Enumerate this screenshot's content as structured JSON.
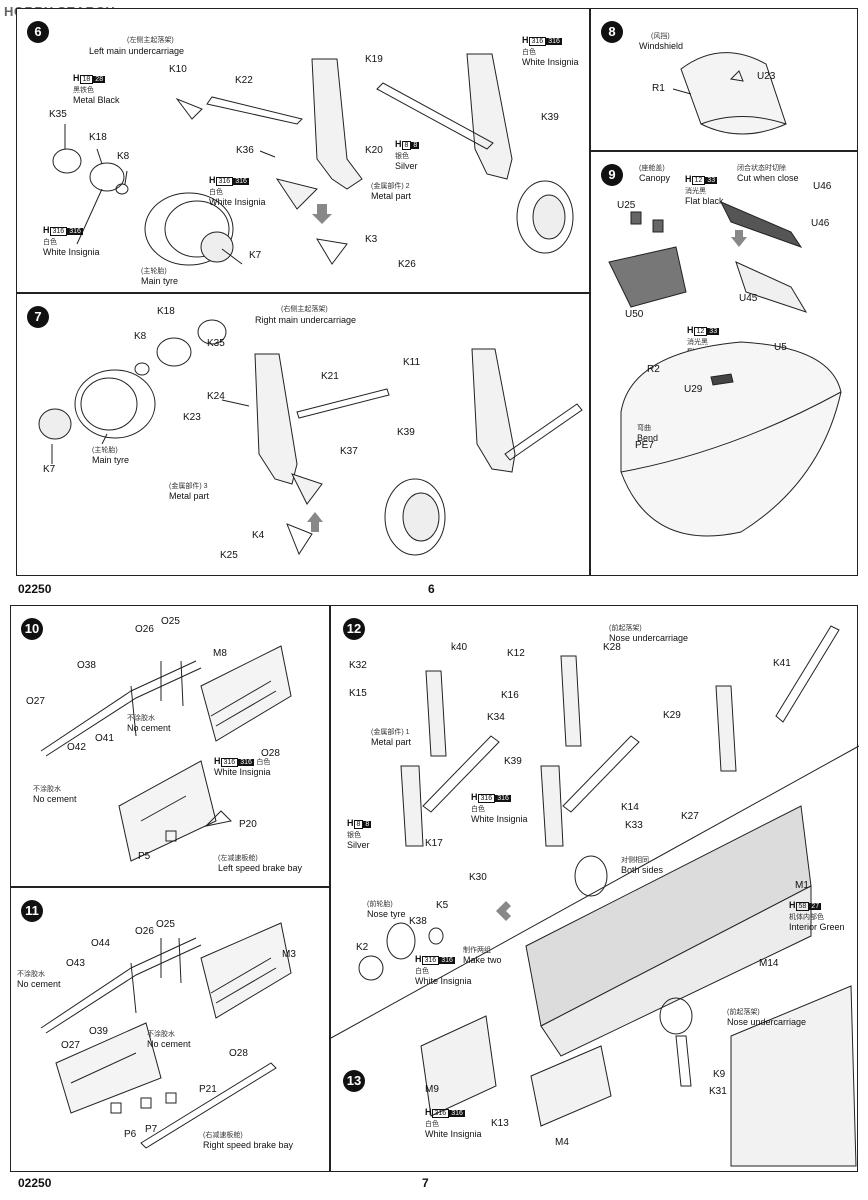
{
  "watermark": "HOBBY SEARCH",
  "pages": [
    {
      "code": "02250",
      "number": "6"
    },
    {
      "code": "02250",
      "number": "7"
    }
  ],
  "steps": {
    "s6": {
      "num": "6",
      "title_cn": "(左侧主起落架)",
      "title": "Left main undercarriage",
      "parts": [
        "K10",
        "K22",
        "K19",
        "K39",
        "K35",
        "K18",
        "K8",
        "K36",
        "K20",
        "K3",
        "K26",
        "K7"
      ],
      "paint1": {
        "code": "H",
        "num": "18",
        "num2": "28",
        "cn": "黑铁色",
        "name": "Metal  Black"
      },
      "paint2": {
        "code": "H",
        "num": "316",
        "num2": "316",
        "cn": "白色",
        "name": "White Insignia"
      },
      "paint3": {
        "code": "H",
        "num": "316",
        "num2": "316",
        "cn": "白色",
        "name": "White Insignia"
      },
      "paint4": {
        "code": "H",
        "num": "8",
        "num2": "8",
        "cn": "银色",
        "name": "Silver"
      },
      "paint5": {
        "code": "H",
        "num": "316",
        "num2": "316",
        "cn": "白色",
        "name": "White Insignia"
      },
      "metal_cn": "(金属部件) 2",
      "metal": "Metal part",
      "tyre_cn": "(主轮胎)",
      "tyre": "Main tyre"
    },
    "s7": {
      "num": "7",
      "title_cn": "(右侧主起落架)",
      "title": "Right main undercarriage",
      "parts": [
        "K18",
        "K8",
        "K35",
        "K11",
        "K21",
        "K24",
        "K23",
        "K37",
        "K39",
        "K7",
        "K4",
        "K25"
      ],
      "metal_cn": "(金属部件) 3",
      "metal": "Metal part",
      "tyre_cn": "(主轮胎)",
      "tyre": "Main tyre"
    },
    "s8": {
      "num": "8",
      "title_cn": "(风挡)",
      "title": "Windshield",
      "parts": [
        "R1",
        "U23"
      ]
    },
    "s9": {
      "num": "9",
      "canopy_cn": "(座舱盖)",
      "canopy": "Canopy",
      "paint1": {
        "code": "H",
        "num": "12",
        "num2": "33",
        "cn": "消光黑",
        "name": "Flat black"
      },
      "paint2": {
        "code": "H",
        "num": "12",
        "num2": "33",
        "cn": "消光黑",
        "name": "Flat black"
      },
      "cut_cn": "闭合状态时切除",
      "cut": "Cut when close",
      "parts": [
        "U25",
        "U46",
        "U46",
        "U50",
        "U45",
        "U5",
        "R2",
        "U29",
        "PE7"
      ],
      "bend_cn": "弯曲",
      "bend": "Bend"
    },
    "s10": {
      "num": "10",
      "parts": [
        "O26",
        "O25",
        "O38",
        "M8",
        "O27",
        "O42",
        "O41",
        "O28",
        "P20",
        "P5"
      ],
      "nocement_cn": "不涂胶水",
      "nocement": "No cement",
      "paint1": {
        "code": "H",
        "num": "316",
        "num2": "316",
        "cn": "白色",
        "name": "White Insignia"
      },
      "bay_cn": "(左减速板舱)",
      "bay": "Left speed brake bay"
    },
    "s11": {
      "num": "11",
      "parts": [
        "O44",
        "O26",
        "O25",
        "O43",
        "M3",
        "O39",
        "O27",
        "O28",
        "P21",
        "P6",
        "P7"
      ],
      "nocement_cn": "不涂胶水",
      "nocement": "No cement",
      "bay_cn": "(右减速板舱)",
      "bay": "Right speed brake bay"
    },
    "s12": {
      "num": "12",
      "title_cn": "(前起落架)",
      "title": "Nose undercarriage",
      "parts": [
        "K32",
        "k40",
        "K12",
        "K28",
        "K41",
        "K15",
        "K16",
        "K34",
        "K29",
        "K39",
        "K14",
        "K33",
        "K27",
        "K17",
        "K30",
        "K38",
        "K5",
        "K2"
      ],
      "metal_cn": "(金属部件) 1",
      "metal": "Metal part",
      "paint1": {
        "code": "H",
        "num": "316",
        "num2": "316",
        "cn": "白色",
        "name": "White Insignia"
      },
      "paint2": {
        "code": "H",
        "num": "8",
        "num2": "8",
        "cn": "银色",
        "name": "Silver"
      },
      "paint3": {
        "code": "H",
        "num": "316",
        "num2": "316",
        "cn": "白色",
        "name": "White Insignia"
      },
      "bothsides_cn": "对侧相同",
      "bothsides": "Both sides",
      "tyre_cn": "(前轮胎)",
      "tyre": "Nose tyre",
      "maketwo_cn": "制作两组",
      "maketwo": "Make two"
    },
    "s13": {
      "num": "13",
      "parts": [
        "M1",
        "M14",
        "M9",
        "K13",
        "M4",
        "K9",
        "K31"
      ],
      "paint1": {
        "code": "H",
        "num": "58",
        "num2": "27",
        "cn": "机体内部色",
        "name": "Interior Green"
      },
      "paint2": {
        "code": "H",
        "num": "316",
        "num2": "316",
        "cn": "白色",
        "name": "White Insignia"
      },
      "nose_cn": "(前起落架)",
      "nose": "Nose undercarriage"
    }
  }
}
